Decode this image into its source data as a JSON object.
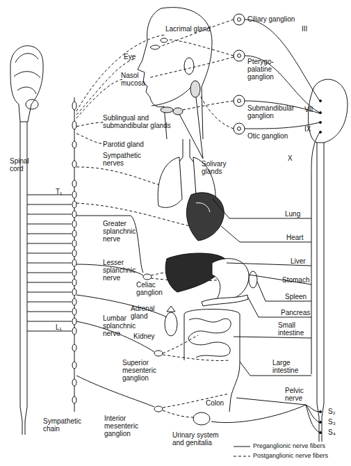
{
  "diagram": {
    "labels": [
      "Lacrimal gland",
      "Ciliary ganglion",
      "III",
      "Eye",
      "Nasol mucosa",
      "Pterygo- palatine ganglion",
      "Sublingual and submandibular glands",
      "Parotid gland",
      "Submandibular ganglion",
      "VII",
      "Otic ganglion",
      "IX",
      "X",
      "Solivary glands",
      "Sympathetic nerves",
      "Spinal cord",
      "T₁",
      "Greater splanchnic nerve",
      "Celiac ganglion",
      "Lesser splanchnic nerve",
      "Adrenal gland",
      "Kidney",
      "Lumbar splanchnic nerve",
      "L₁",
      "Superior mesenteric ganglion",
      "Sympathetic chain",
      "Interior mesenteric ganglion",
      "Urinary system and genitalia",
      "Lung",
      "Heart",
      "Liver",
      "Stomach",
      "Spleen",
      "Pancreas",
      "Small intestine",
      "Large intestine",
      "Colon",
      "Pelvic nerve",
      "S₂",
      "S₃",
      "S₄"
    ],
    "legend": [
      {
        "text": "Preganglionic nerve fibers"
      },
      {
        "text": "Postganglionic nerve fibers"
      }
    ]
  }
}
